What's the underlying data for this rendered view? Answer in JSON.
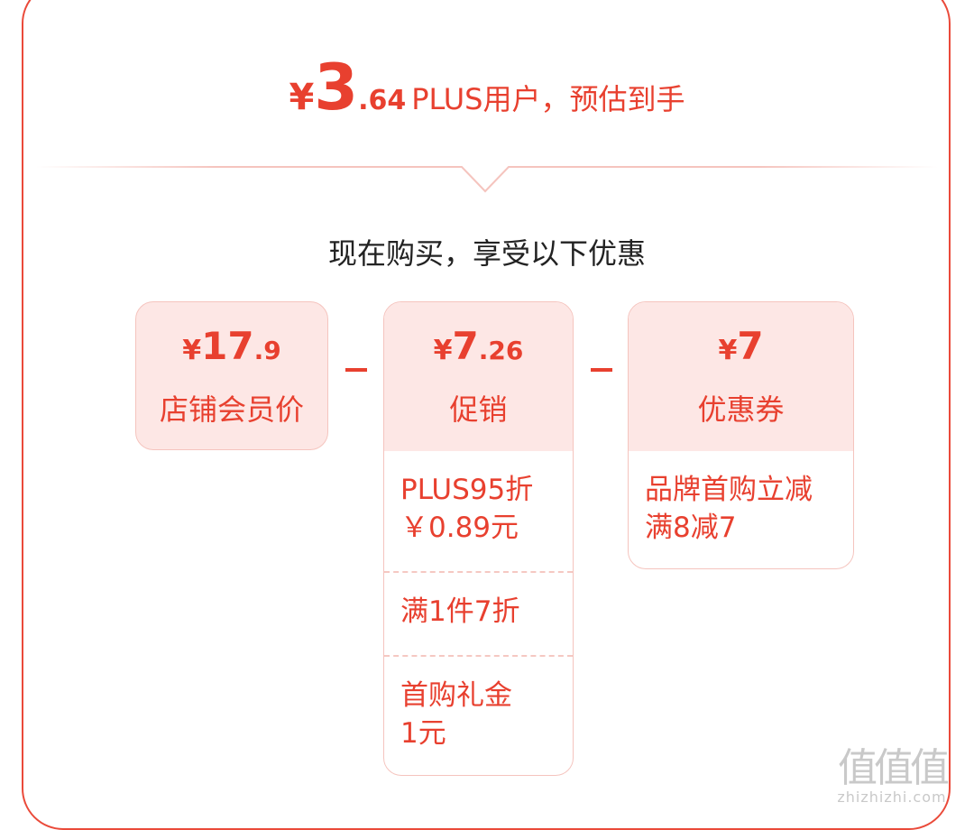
{
  "headline": {
    "currency": "¥",
    "integer": "3",
    "decimal": ".64",
    "label": "PLUS用户，预估到手"
  },
  "subtitle": "现在购买，享受以下优惠",
  "cards": {
    "member": {
      "currency": "¥",
      "integer": "17",
      "decimal": ".9",
      "label": "店铺会员价"
    },
    "promotion": {
      "currency": "¥",
      "integer": "7",
      "decimal": ".26",
      "label": "促销",
      "items": [
        {
          "line1": "PLUS95折",
          "line2": "￥0.89元"
        },
        {
          "line1": "满1件7折"
        },
        {
          "line1": "首购礼金",
          "line2": "1元"
        }
      ]
    },
    "coupon": {
      "currency": "¥",
      "integer": "7",
      "label": "优惠券",
      "items": [
        {
          "line1": "品牌首购立减",
          "line2": "满8减7"
        }
      ]
    }
  },
  "watermark": {
    "glyphs": "值值值",
    "site": "zhizhizhi.com"
  },
  "colors": {
    "accent": "#e8402f",
    "card_fill": "#fde7e5",
    "card_border": "#f5c4be",
    "subtitle_text": "#222222"
  }
}
